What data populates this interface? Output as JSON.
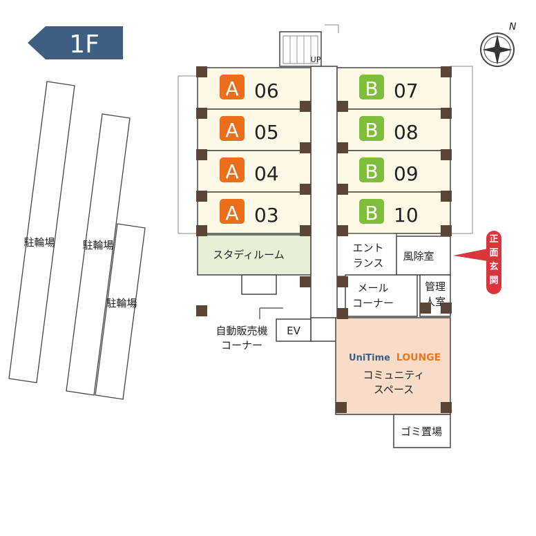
{
  "floor": {
    "label": "1F",
    "color": "#3f5f82"
  },
  "compass": {
    "north_label": "N"
  },
  "entrance": {
    "label": "正面玄関",
    "color": "#d9353b"
  },
  "stair": {
    "label": "UP"
  },
  "units_a": {
    "badge_color": "#ec6d1a",
    "items": [
      {
        "letter": "A",
        "number": "06"
      },
      {
        "letter": "A",
        "number": "05"
      },
      {
        "letter": "A",
        "number": "04"
      },
      {
        "letter": "A",
        "number": "03"
      }
    ]
  },
  "units_b": {
    "badge_color": "#7fbd3b",
    "items": [
      {
        "letter": "B",
        "number": "07"
      },
      {
        "letter": "B",
        "number": "08"
      },
      {
        "letter": "B",
        "number": "09"
      },
      {
        "letter": "B",
        "number": "10"
      }
    ]
  },
  "rooms": {
    "study": "スタディルーム",
    "entrance_hall": [
      "エント",
      "ランス"
    ],
    "windbreak": "風除室",
    "mail": [
      "メール",
      "コーナー"
    ],
    "manager": [
      "管理",
      "人室"
    ],
    "vending": [
      "自動販売機",
      "コーナー"
    ],
    "ev": "EV",
    "garbage": "ゴミ置場",
    "parking": [
      "駐輪場",
      "駐輪場",
      "駐輪場"
    ]
  },
  "lounge": {
    "brand": "UniTime",
    "brand_suffix": "LOUNGE",
    "brand_color": "#e8781e",
    "title": [
      "コミュニティ",
      "スペース"
    ],
    "fill": "#f9dcc8"
  },
  "colors": {
    "unit_fill": "#fdf9e6",
    "study_fill": "#e6f0d8",
    "wall": "#5a4536"
  }
}
